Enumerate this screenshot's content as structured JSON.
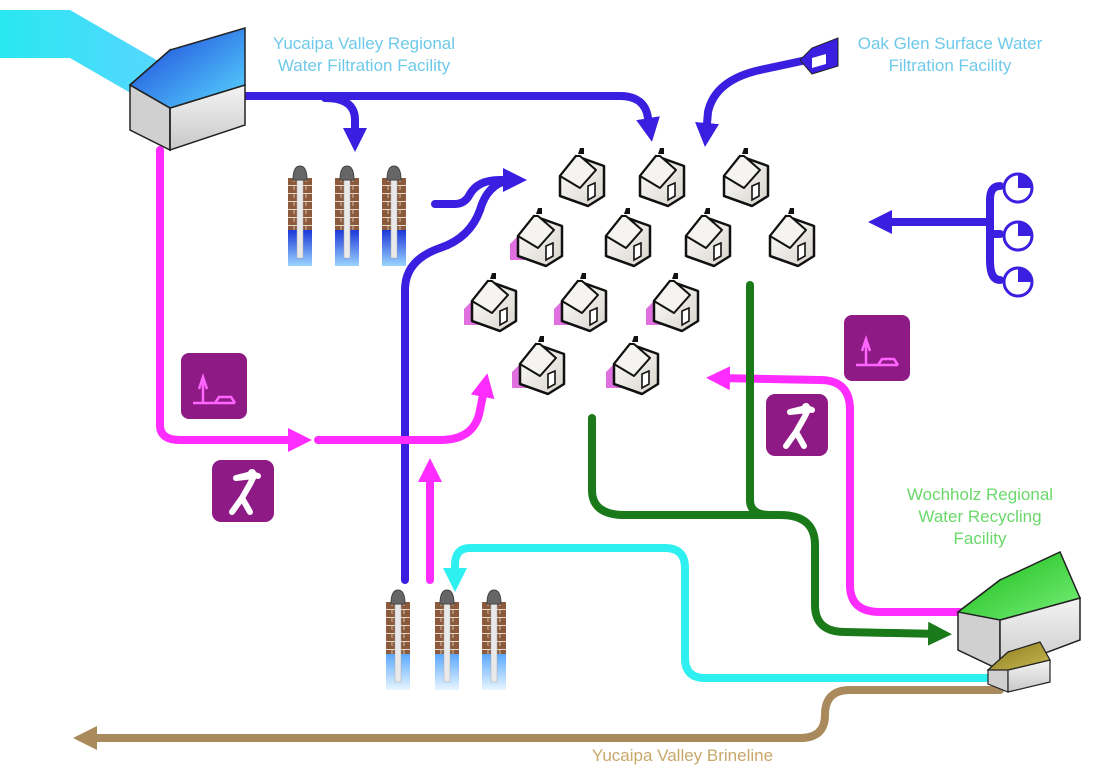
{
  "labels": {
    "yvrwff": {
      "line1": "Yucaipa Valley Regional",
      "line2": "Water Filtration Facility"
    },
    "ogswff": {
      "line1": "Oak Glen Surface Water",
      "line2": "Filtration Facility"
    },
    "wrwrf": {
      "line1": "Wochholz Regional",
      "line2": "Water Recycling",
      "line3": "Facility"
    },
    "brineline": "Yucaipa Valley Brineline"
  },
  "colors": {
    "potable": "#3b1fe0",
    "recycled": "#ff2cff",
    "wastewater": "#1a7a1a",
    "brine_concentrate": "#2ff0f0",
    "brineline": "#a88a5c",
    "raw_water": "#29e8f0",
    "icon_purple": "#8e1a86"
  },
  "icons": {
    "facilities": [
      "facility-building-icon",
      "oak-glen-facility-icon",
      "recycling-facility-icon",
      "desalter-building-icon"
    ],
    "wells": "groundwater-well-icon",
    "homes": "house-icon",
    "irrigation": "irrigation-sign-icon",
    "golf": "golf-course-icon",
    "surface_diversions": "diversion-gauge-icon"
  }
}
